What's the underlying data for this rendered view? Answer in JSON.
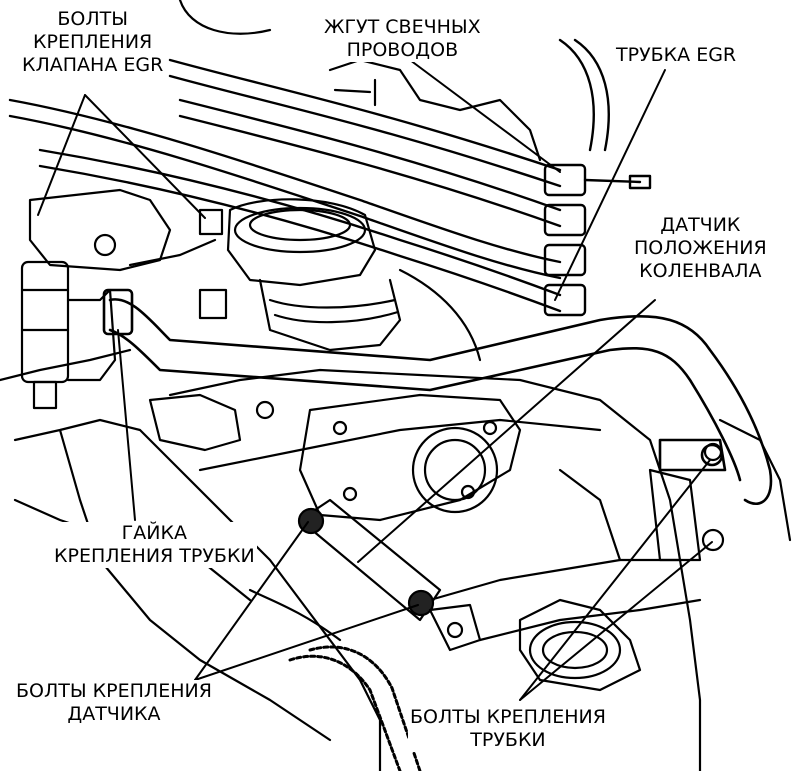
{
  "labels": {
    "egr_valve_bolts": {
      "line1": "БОЛТЫ",
      "line2": "КРЕПЛЕНИЯ",
      "line3": "КЛАПАНА EGR"
    },
    "spark_wire_harness": {
      "line1": "ЖГУТ СВЕЧНЫХ",
      "line2": "ПРОВОДОВ"
    },
    "egr_tube": {
      "line1": "ТРУБКА EGR"
    },
    "crank_sensor": {
      "line1": "ДАТЧИК",
      "line2": "ПОЛОЖЕНИЯ",
      "line3": "КОЛЕНВАЛА"
    },
    "tube_nut": {
      "line1": "ГАЙКА",
      "line2": "КРЕПЛЕНИЯ ТРУБКИ"
    },
    "sensor_bolts": {
      "line1": "БОЛТЫ КРЕПЛЕНИЯ",
      "line2": "ДАТЧИКА"
    },
    "tube_bolts": {
      "line1": "БОЛТЫ КРЕПЛЕНИЯ",
      "line2": "ТРУБКИ"
    }
  },
  "colors": {
    "ink": "#000000",
    "paper": "#ffffff",
    "shade": "#222222"
  }
}
